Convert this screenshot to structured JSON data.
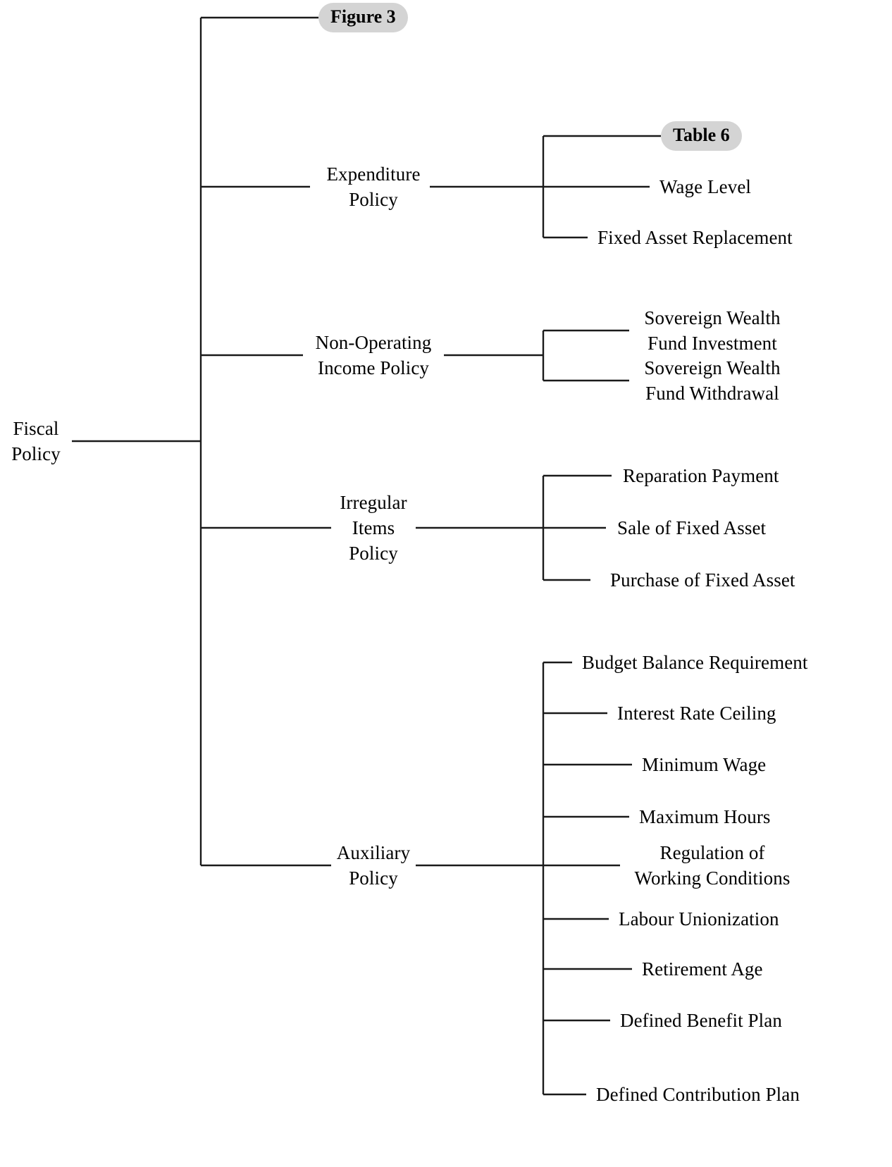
{
  "diagram": {
    "title": "Fiscal Policy taxonomy tree",
    "line_color": "#1a1a1a",
    "badge_color": "#d4d4d4",
    "text_color": "#000000",
    "background": "#ffffff"
  },
  "root": {
    "label": "Fiscal\nPolicy"
  },
  "branches": {
    "expenditure": {
      "label": "Expenditure\nPolicy",
      "children": {
        "figure3_badge": "Figure 3",
        "table6_badge": "Table 6",
        "wage_level": "Wage Level",
        "fixed_asset_replacement": "Fixed Asset Replacement"
      }
    },
    "non_operating": {
      "label": "Non-Operating\nIncome Policy",
      "children": {
        "swf_investment": "Sovereign Wealth\nFund Investment",
        "swf_withdrawal": "Sovereign Wealth\nFund Withdrawal"
      }
    },
    "irregular": {
      "label": "Irregular\nItems\nPolicy",
      "children": {
        "reparation_payment": "Reparation Payment",
        "sale_of_fixed_asset": "Sale of Fixed Asset",
        "purchase_of_fixed_asset": "Purchase of Fixed Asset"
      }
    },
    "auxiliary": {
      "label": "Auxiliary\nPolicy",
      "children": {
        "budget_balance_requirement": "Budget Balance Requirement",
        "interest_rate_ceiling": "Interest Rate Ceiling",
        "minimum_wage": "Minimum Wage",
        "maximum_hours": "Maximum Hours",
        "regulation_working_conditions": "Regulation of\nWorking Conditions",
        "labour_unionization": "Labour Unionization",
        "retirement_age": "Retirement Age",
        "defined_benefit_plan": "Defined Benefit Plan",
        "defined_contribution_plan": "Defined Contribution Plan"
      }
    }
  }
}
